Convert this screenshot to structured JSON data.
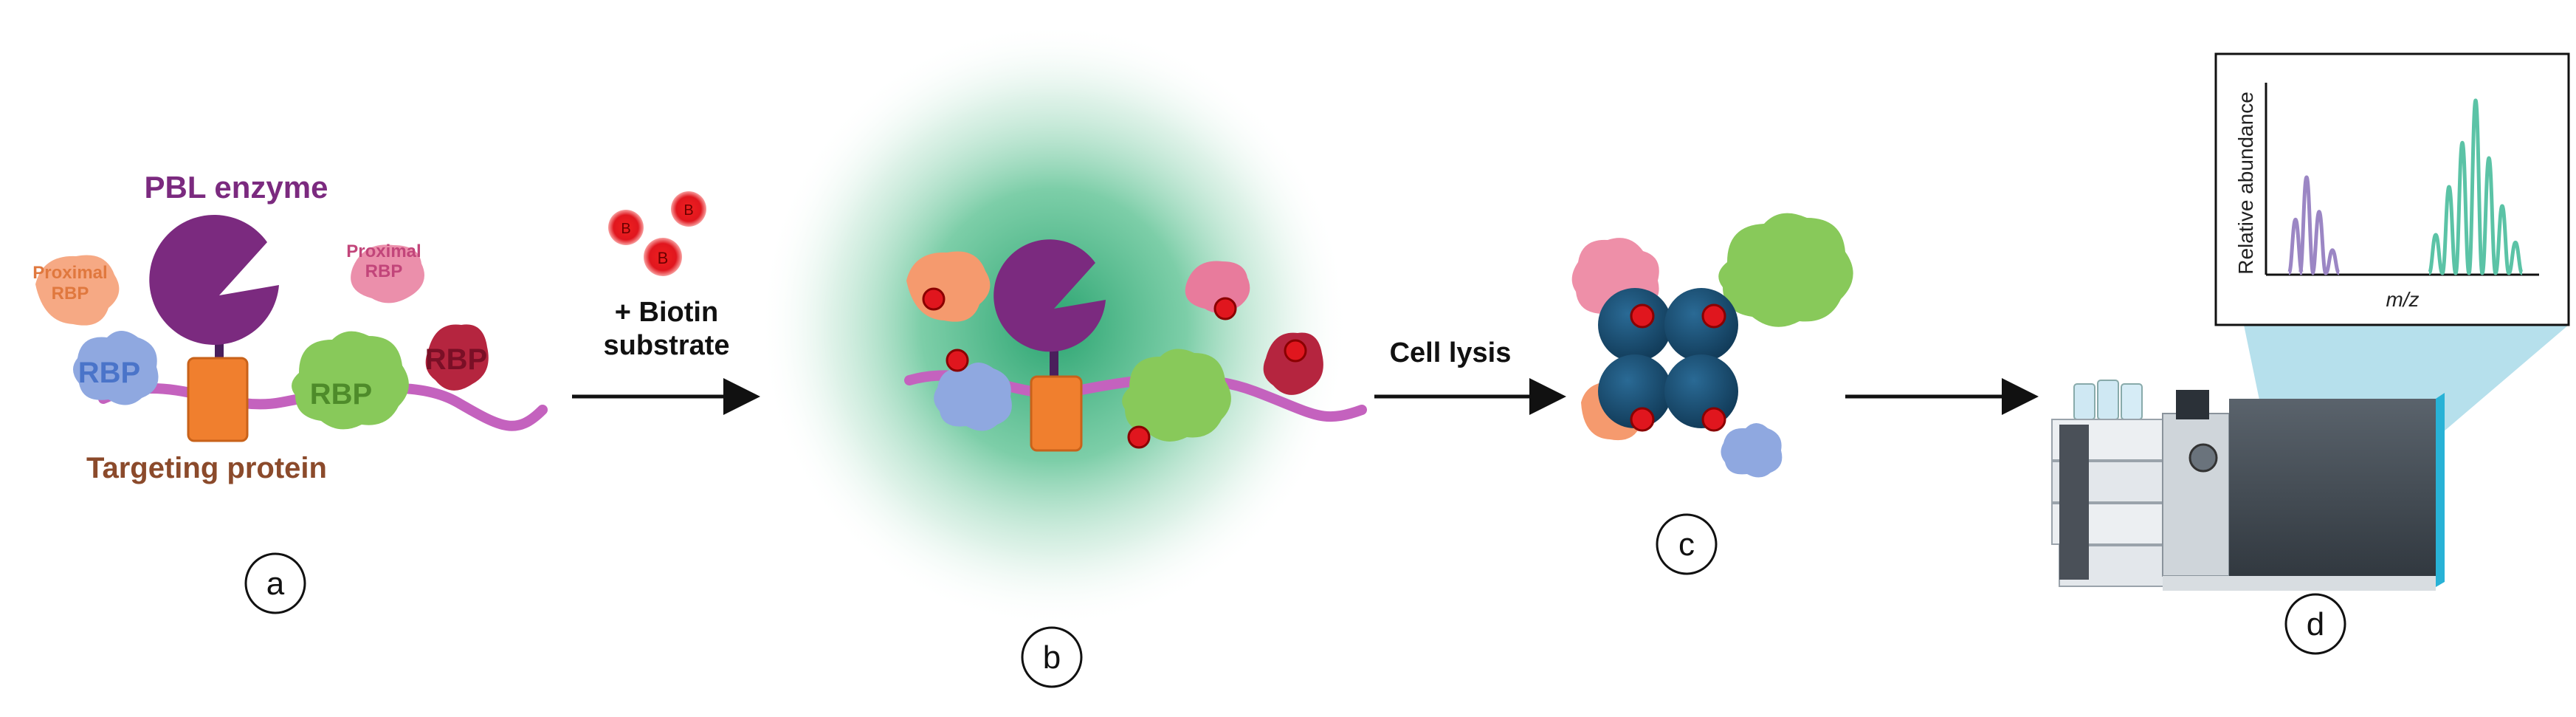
{
  "panel_a": {
    "enzyme_label": "PBL enzyme",
    "proximal_left": [
      "Proximal",
      "RBP"
    ],
    "proximal_right": [
      "Proximal",
      "RBP"
    ],
    "rbp_blue": "RBP",
    "rbp_green": "RBP",
    "rbp_red": "RBP",
    "targeting_label": "Targeting protein",
    "letter": "a"
  },
  "arrow_1": {
    "line1": "+ Biotin",
    "line2": "substrate",
    "biotin_glyph": "B"
  },
  "panel_b": {
    "letter": "b"
  },
  "arrow_2": {
    "label": "Cell lysis"
  },
  "panel_c": {
    "letter": "c"
  },
  "panel_d": {
    "letter": "d",
    "spectrum": {
      "ylabel": "Relative abundance",
      "xlabel": "m/z"
    }
  },
  "colors": {
    "enzyme_purple": "#7B2A7F",
    "targeting_orange": "#F07F2E",
    "rna_magenta": "#C462BE",
    "rbp_blue": "#8FA8E0",
    "rbp_green": "#88C95A",
    "rbp_red": "#B5253F",
    "proximal_orange": "#F59A6E",
    "proximal_pink": "#E87B9C",
    "biotin_red": "#E0161E",
    "bead_navy": "#1B4E73",
    "glow_green": "#2FB27C",
    "peak_purple": "#9B86C4",
    "peak_teal": "#5BC3A6",
    "label_brown": "#8B4A2B"
  }
}
